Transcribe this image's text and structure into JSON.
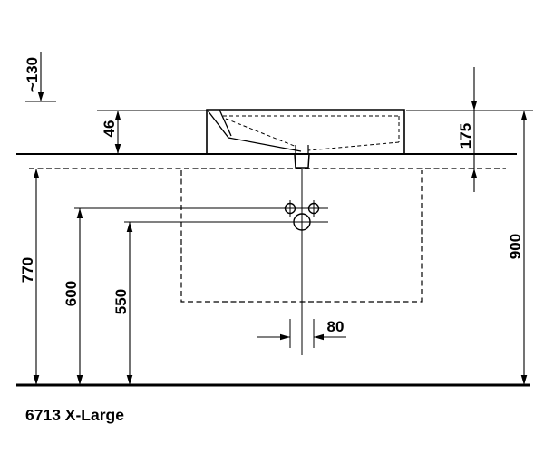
{
  "drawing": {
    "model_label": "6713 X-Large"
  },
  "dimensions": {
    "approx_offset": "~130",
    "rim_above_counter": "46",
    "basin_total_height": "175",
    "rim_to_floor": "900",
    "console_underside_to_floor": "770",
    "upper_holes_to_floor": "600",
    "lower_hole_to_floor": "550",
    "hole_spacing": "80"
  },
  "colors": {
    "line": "#000000",
    "background": "#ffffff"
  }
}
